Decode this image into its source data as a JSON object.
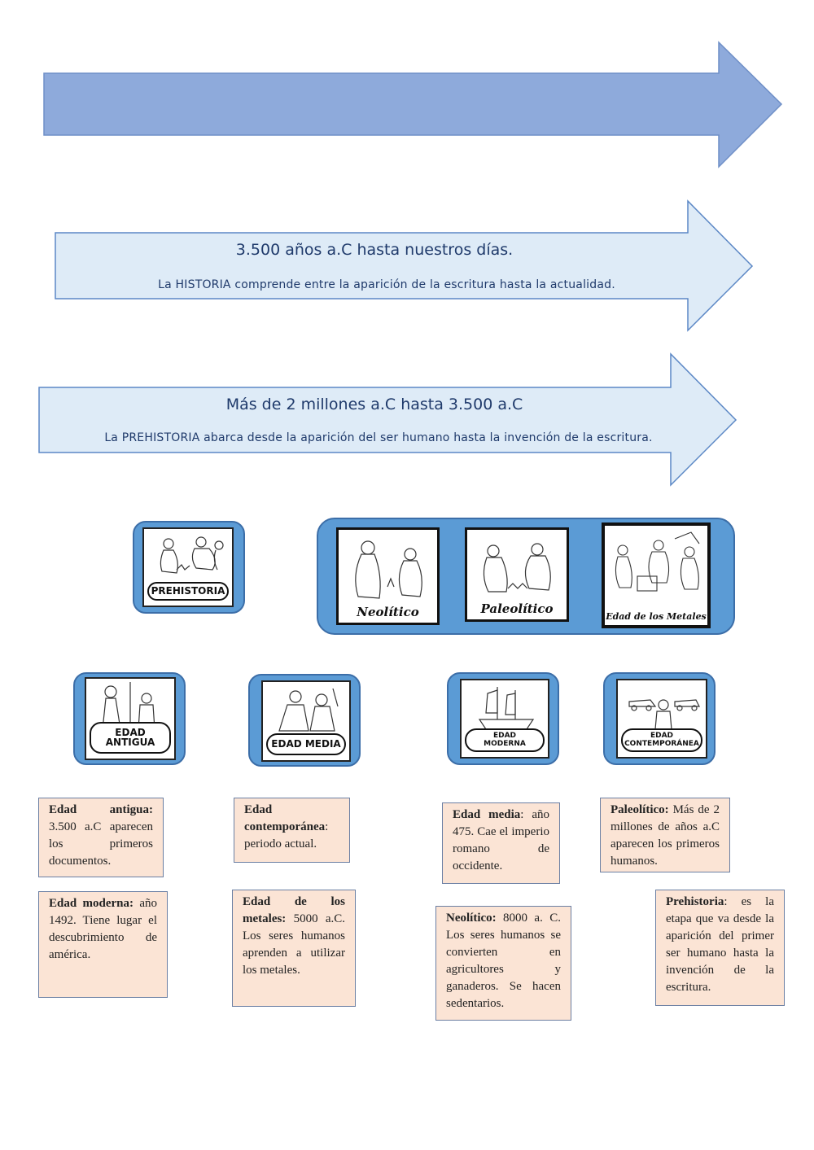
{
  "arrows": {
    "historia": {
      "title": "3.500 años a.C hasta nuestros días.",
      "subtitle": "La HISTORIA comprende entre la aparición de la escritura hasta la actualidad."
    },
    "prehistoria": {
      "title": "Más de 2 millones a.C hasta 3.500 a.C",
      "subtitle": "La PREHISTORIA abarca desde la aparición del ser humano hasta la invención de la escritura."
    }
  },
  "cards": {
    "prehistoria": "PREHISTORIA",
    "neolitico": "Neolítico",
    "paleolitico": "Paleolítico",
    "metales": "Edad de los Metales",
    "antigua": "EDAD ANTIGUA",
    "media": "EDAD MEDIA",
    "moderna_1": "EDAD",
    "moderna_2": "MODERNA",
    "contemporanea_1": "EDAD",
    "contemporanea_2": "CONTEMPORÁNEA"
  },
  "notes": {
    "antigua": {
      "term": "Edad antigua:",
      "text": " 3.500 a.C aparecen los primeros documentos."
    },
    "contemporanea": {
      "term": "Edad contemporánea",
      "text": ": periodo actual."
    },
    "media": {
      "term": "Edad media",
      "text": ": año 475. Cae el imperio romano de occidente."
    },
    "paleolitico": {
      "term": "Paleolítico:",
      "text": " Más de 2 millones de años a.C aparecen los primeros humanos."
    },
    "moderna": {
      "term": "Edad moderna:",
      "text": " año 1492. Tiene lugar el descubrimiento de américa."
    },
    "metales": {
      "term": "Edad de los metales:",
      "text": " 5000 a.C. Los seres humanos aprenden a utilizar los metales."
    },
    "neolitico": {
      "term": "Neolítico:",
      "text": " 8000 a. C. Los seres humanos se convierten en agricultores y ganaderos. Se hacen sedentarios."
    },
    "prehistoria": {
      "term": "Prehistoria",
      "text": ": es la etapa que va desde la aparición del primer ser humano hasta la invención de la escritura."
    }
  },
  "colors": {
    "arrow_big": "#8eaadb",
    "arrow_light": "#deebf7",
    "frame_blue": "#5b9bd5",
    "note_bg": "#fbe4d5"
  }
}
